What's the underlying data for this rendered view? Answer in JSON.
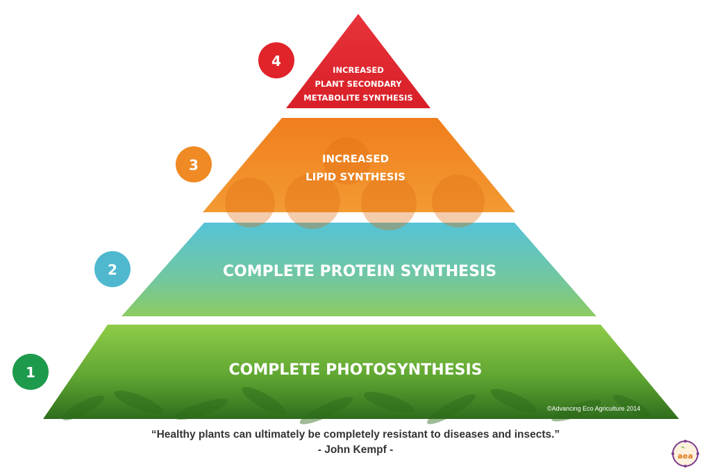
{
  "tiers": [
    {
      "level": "4",
      "lines": [
        "INCREASED",
        "PLANT SECONDARY",
        "METABOLITE SYNTHESIS"
      ],
      "color": "#e5262b",
      "badge_color": "#e1232a"
    },
    {
      "level": "3",
      "lines": [
        "INCREASED",
        "LIPID SYNTHESIS"
      ],
      "color": "#f08a22",
      "badge_color": "#ef8a24"
    },
    {
      "level": "2",
      "lines": [
        "COMPLETE PROTEIN SYNTHESIS"
      ],
      "color": "#5cc2c9",
      "badge_color": "#4fb8cf"
    },
    {
      "level": "1",
      "lines": [
        "COMPLETE PHOTOSYNTHESIS"
      ],
      "color": "#63ad3a",
      "badge_color": "#1e9a4d"
    }
  ],
  "copyright": "©Advancing Eco Agriculture  2014",
  "quote": {
    "text": "“Healthy plants can ultimately be completely resistant to diseases and insects.”",
    "author": "- John Kempf -"
  },
  "logo": {
    "text": "aea",
    "accent": "#f08a22",
    "ring": "#7b3a8c"
  }
}
